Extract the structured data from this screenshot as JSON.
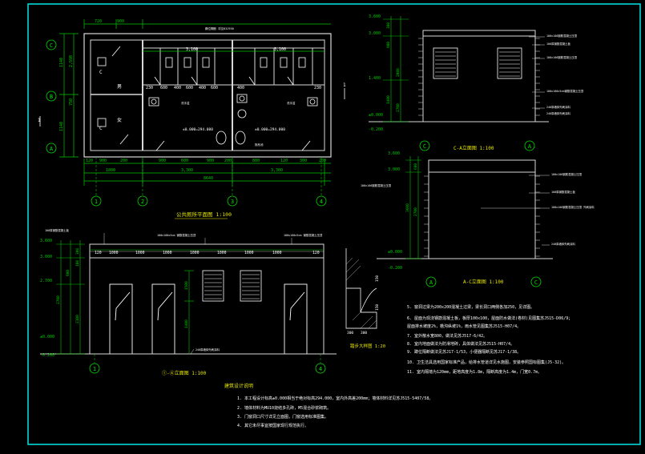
{
  "colors": {
    "bg": "#000000",
    "border": "#00e5e5",
    "wall": "#d8d8d8",
    "dim": "#00c800",
    "text_white": "#ffffff",
    "text_yellow": "#e6e600",
    "fixture": "#ffffff",
    "marker": "#00e000"
  },
  "plan": {
    "title": "公共厕所平面图 1:100",
    "axes_h": [
      "1",
      "2",
      "3",
      "4"
    ],
    "axes_v": [
      "C",
      "B",
      "A"
    ],
    "top_dims": [
      "720",
      "900",
      "3,100",
      "3,100"
    ],
    "inner_dims": [
      "230",
      "600",
      "400",
      "600",
      "400",
      "600",
      "400",
      "230"
    ],
    "total_dims": [
      "1800",
      "3,300",
      "3,300",
      "8640"
    ],
    "bottom_small": [
      "120",
      "900",
      "200",
      "900",
      "600",
      "900",
      "200",
      "800",
      "120",
      "300",
      "200"
    ],
    "left_dims": [
      "1140",
      "750",
      "1140",
      "2,590"
    ],
    "level1": "±0.000=294.000",
    "level2": "±0.000=294.000",
    "room_labels": [
      "男",
      "女",
      "C",
      "C"
    ],
    "section_marks": [
      "1",
      "1"
    ],
    "callouts": [
      "蹲位隔断 详见03J930",
      "洗手盆",
      "洗手盆",
      "拖布池"
    ]
  },
  "elev_14": {
    "title": "①-④立面图 1:100",
    "axes": [
      "1",
      "4"
    ],
    "levels": [
      "3.600",
      "3.000",
      "2.700",
      "±0.000",
      "-0.200"
    ],
    "vdims": [
      "300",
      "900",
      "2700",
      "1500",
      "1400",
      "100",
      "2100"
    ],
    "top_dims": [
      "120",
      "1000",
      "1000",
      "1000",
      "1000",
      "1000",
      "1000",
      "1000",
      "120"
    ],
    "callouts": [
      "100厚钢筋混凝土板",
      "100x100x5cm 钢筋混凝土压顶",
      "100x100x5cm 钢筋混凝土压顶",
      "240厚墙体外刷涂料"
    ]
  },
  "elev_ca": {
    "title": "C-A立面图 1:100",
    "axes": [
      "C",
      "A"
    ],
    "levels": [
      "3.600",
      "3.000",
      "1.400",
      "±0.000",
      "-0.200"
    ],
    "vdims": [
      "300",
      "900",
      "2000",
      "1400",
      "2700"
    ],
    "callouts": [
      "100x100钢筋混凝土压顶",
      "100厚钢筋混凝土板",
      "100x100钢筋混凝土压顶",
      "100x100x5cm钢筋混凝土压顶",
      "240厚墙体外刷涂料",
      "240厚墙体外刷涂料"
    ]
  },
  "elev_ac": {
    "title": "A-C立面图 1:100",
    "axes": [
      "A",
      "C"
    ],
    "levels": [
      "3.600",
      "3.000",
      "±0.000",
      "-0.200"
    ],
    "vdims": [
      "600",
      "2700",
      "3600"
    ],
    "callouts": [
      "100x100钢筋混凝土压顶",
      "100x100钢筋混凝土压顶",
      "100厚钢筋混凝土板",
      "100x100钢筋混凝土压顶 外刷涂料",
      "240厚墙体外刷涂料"
    ]
  },
  "stair": {
    "title": "踏步大样图 1:20",
    "dims": [
      "300",
      "300",
      "150",
      "150"
    ]
  },
  "notes_right": [
    "5. 窗洞过梁为200x200混凝土过梁，梁长洞口两侧各加250，见详图。",
    "6. 屋面为现浇钢筋混凝土板，板厚100x100，屋面防水做法(卷材)见图集苏J515-D06/9；",
    "   屋面排水坡度2%，檐沟纵坡1%，雨水管见图集苏J515-H07/4。",
    "7. 室外散水宽800，做法见苏J517-6/42。",
    "8. 室内地面做法为防滑地砖，具体做法见苏J515-H07/4。",
    "9. 蹲位隔断做法见苏J17-1/53，小便器隔断见苏J17-1/38。",
    "10. 卫生洁具选用国家标准产品，给排水管道详见水施图，安装参照国标图集(J5-32)。",
    "11. 室内隔墙为120mm，距地高度为1.8m，隔断高度为1.4m，门宽0.7m。"
  ],
  "notes_design": {
    "title": "建筑设计说明",
    "items": [
      "1. 本工程设计标高±0.000相当于绝对标高294.000，室内外高差200mm；墙体材料详见苏J515-5407/58。",
      "2. 墙体材料为MU10烧结多孔砖，M5混合砂浆砌筑。",
      "3. 门窗洞口尺寸详见立面图，门窗选用标准图集。",
      "4. 其它未尽事宜按国家现行规范执行。"
    ]
  }
}
